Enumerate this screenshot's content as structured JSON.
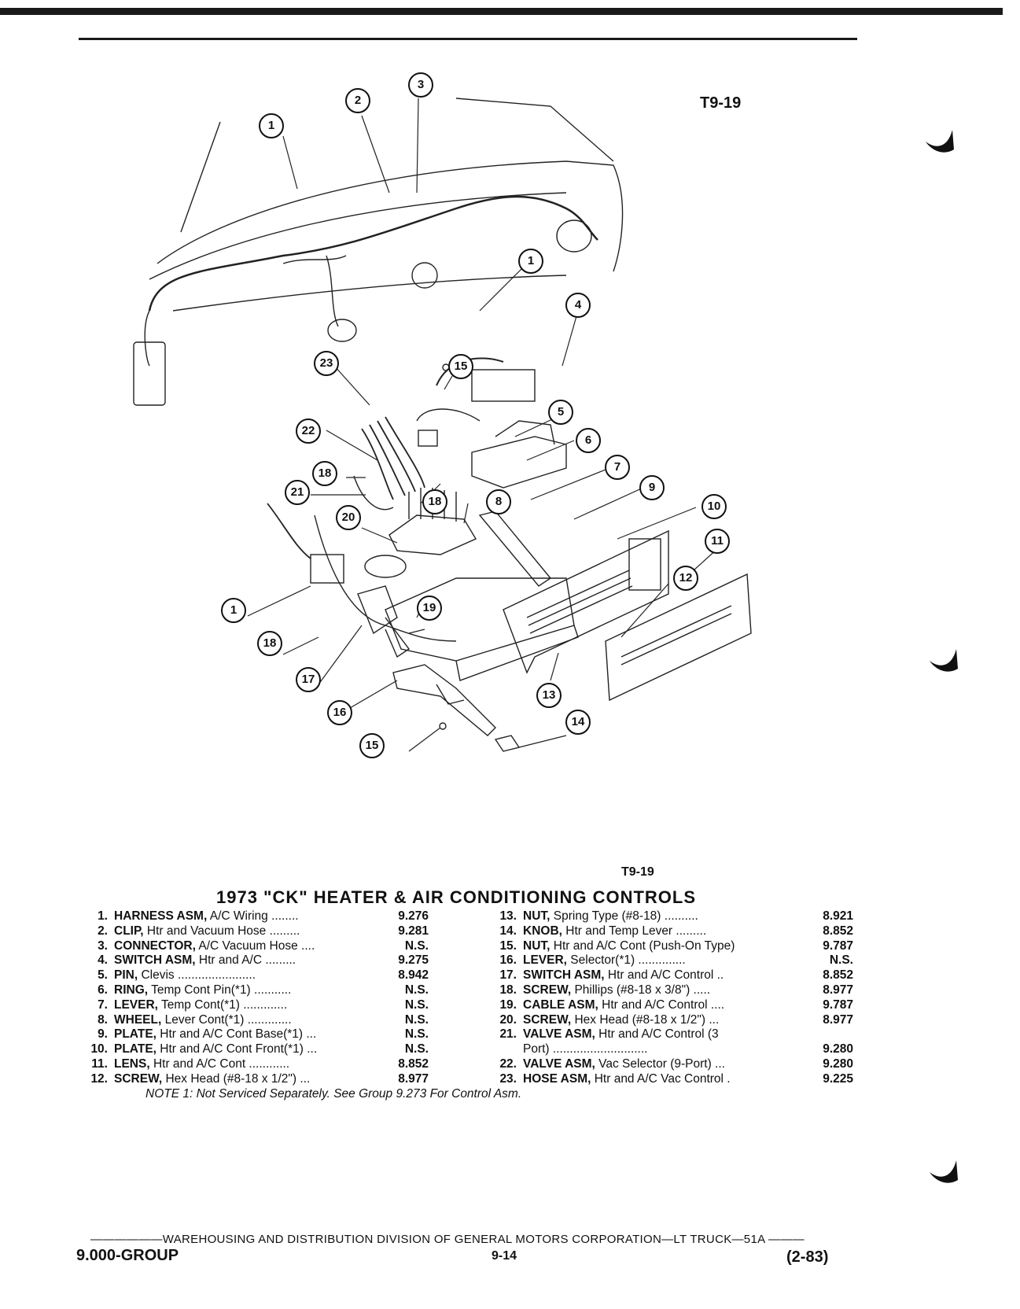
{
  "figure": {
    "code_top": "T9-19",
    "code_bottom": "T9-19",
    "callouts": [
      "1",
      "2",
      "3",
      "1",
      "4",
      "23",
      "15",
      "5",
      "22",
      "6",
      "7",
      "18",
      "9",
      "21",
      "18",
      "8",
      "10",
      "20",
      "11",
      "12",
      "1",
      "19",
      "18",
      "17",
      "13",
      "16",
      "14",
      "15"
    ]
  },
  "caption": "1973 \"CK\" HEATER & AIR CONDITIONING CONTROLS",
  "parts_left": [
    {
      "num": "1.",
      "name": "HARNESS ASM,",
      "desc": " A/C Wiring ........",
      "code": "9.276"
    },
    {
      "num": "2.",
      "name": "CLIP,",
      "desc": " Htr and Vacuum Hose .........",
      "code": "9.281"
    },
    {
      "num": "3.",
      "name": "CONNECTOR,",
      "desc": " A/C Vacuum Hose ....",
      "code": "N.S."
    },
    {
      "num": "4.",
      "name": "SWITCH ASM,",
      "desc": " Htr and A/C .........",
      "code": "9.275"
    },
    {
      "num": "5.",
      "name": "PIN,",
      "desc": " Clevis .......................",
      "code": "8.942"
    },
    {
      "num": "6.",
      "name": "RING,",
      "desc": " Temp Cont Pin(*1) ...........",
      "code": "N.S."
    },
    {
      "num": "7.",
      "name": "LEVER,",
      "desc": " Temp Cont(*1) .............",
      "code": "N.S."
    },
    {
      "num": "8.",
      "name": "WHEEL,",
      "desc": " Lever Cont(*1) .............",
      "code": "N.S."
    },
    {
      "num": "9.",
      "name": "PLATE,",
      "desc": " Htr and A/C Cont Base(*1) ...",
      "code": "N.S."
    },
    {
      "num": "10.",
      "name": "PLATE,",
      "desc": " Htr and A/C Cont Front(*1) ...",
      "code": "N.S."
    },
    {
      "num": "11.",
      "name": "LENS,",
      "desc": " Htr and A/C Cont ............",
      "code": "8.852"
    },
    {
      "num": "12.",
      "name": "SCREW,",
      "desc": " Hex Head (#8-18 x 1/2\") ...",
      "code": "8.977"
    }
  ],
  "parts_right": [
    {
      "num": "13.",
      "name": "NUT,",
      "desc": " Spring Type (#8-18) ..........",
      "code": "8.921"
    },
    {
      "num": "14.",
      "name": "KNOB,",
      "desc": " Htr and Temp Lever .........",
      "code": "8.852"
    },
    {
      "num": "15.",
      "name": "NUT,",
      "desc": " Htr and A/C Cont (Push-On Type)",
      "code": "9.787"
    },
    {
      "num": "16.",
      "name": "LEVER,",
      "desc": " Selector(*1) ..............",
      "code": "N.S."
    },
    {
      "num": "17.",
      "name": "SWITCH ASM,",
      "desc": " Htr and A/C Control ..",
      "code": "8.852"
    },
    {
      "num": "18.",
      "name": "SCREW,",
      "desc": " Phillips (#8-18 x 3/8\") .....",
      "code": "8.977"
    },
    {
      "num": "19.",
      "name": "CABLE ASM,",
      "desc": " Htr and A/C Control ....",
      "code": "9.787"
    },
    {
      "num": "20.",
      "name": "SCREW,",
      "desc": " Hex Head (#8-18 x 1/2\") ...",
      "code": "8.977"
    },
    {
      "num": "21.",
      "name": "VALVE ASM,",
      "desc": " Htr and A/C Control (3",
      "code": ""
    },
    {
      "num": "",
      "name": "",
      "desc": "Port) ............................",
      "code": "9.280"
    },
    {
      "num": "22.",
      "name": "VALVE ASM,",
      "desc": " Vac Selector (9-Port) ...",
      "code": "9.280"
    },
    {
      "num": "23.",
      "name": "HOSE ASM,",
      "desc": " Htr and A/C Vac Control .",
      "code": "9.225"
    }
  ],
  "note": "NOTE 1: Not Serviced Separately. See Group 9.273 For Control Asm.",
  "footer": {
    "line": "——————WAREHOUSING AND DISTRIBUTION DIVISION OF GENERAL MOTORS CORPORATION—LT TRUCK—51A ———",
    "left": "9.000-GROUP",
    "page": "9-14",
    "right": "(2-83)"
  }
}
